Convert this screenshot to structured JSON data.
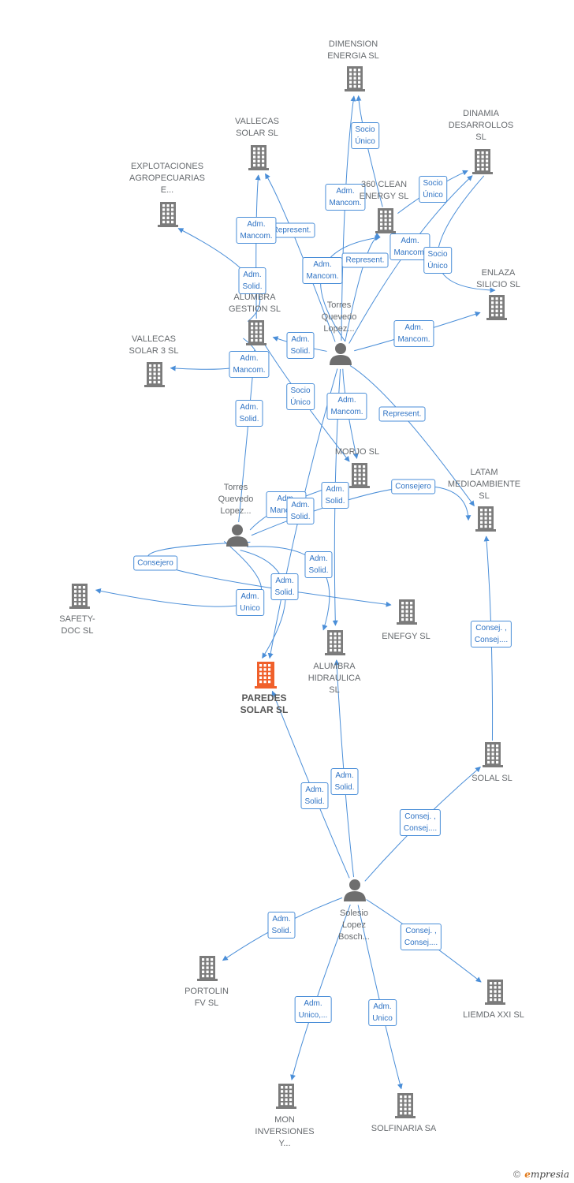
{
  "colors": {
    "edge": "#4a8ed8",
    "company": "#7b7b7b",
    "highlight": "#f0602b",
    "person": "#6e6e6e"
  },
  "watermark": {
    "copyright": "©",
    "brand_initial": "e",
    "brand_rest": "mpresia"
  },
  "nodes": [
    {
      "id": "dimension",
      "type": "company",
      "label": "DIMENSION\nENERGIA  SL"
    },
    {
      "id": "vallecas",
      "type": "company",
      "label": "VALLECAS\nSOLAR SL"
    },
    {
      "id": "dinamia",
      "type": "company",
      "label": "DINAMIA\nDESARROLLOS\nSL"
    },
    {
      "id": "explot",
      "type": "company",
      "label": "EXPLOTACIONES\nAGROPECUARIAS\nE..."
    },
    {
      "id": "clean",
      "type": "company",
      "label": "360 CLEAN\nENERGY SL"
    },
    {
      "id": "enlaza",
      "type": "company",
      "label": "ENLAZA\nSILICIO  SL"
    },
    {
      "id": "alumbra_g",
      "type": "company",
      "label": "ALUMBRA\nGESTION SL"
    },
    {
      "id": "vallecas3",
      "type": "company",
      "label": "VALLECAS\nSOLAR 3 SL"
    },
    {
      "id": "person1",
      "type": "person",
      "label": "Torres\nQuevedo\nLopez..."
    },
    {
      "id": "morjo",
      "type": "company",
      "label": "MORJO SL"
    },
    {
      "id": "latam",
      "type": "company",
      "label": "LATAM\nMEDIOAMBIENTE\nSL"
    },
    {
      "id": "person2",
      "type": "person",
      "label": "Torres\nQuevedo\nLopez..."
    },
    {
      "id": "safety",
      "type": "company",
      "label": "SAFETY-\nDOC SL"
    },
    {
      "id": "enefgy",
      "type": "company",
      "label": "ENEFGY SL"
    },
    {
      "id": "alumbra_h",
      "type": "company",
      "label": "ALUMBRA\nHIDRAULICA\nSL"
    },
    {
      "id": "paredes",
      "type": "main",
      "label": "PAREDES\nSOLAR  SL"
    },
    {
      "id": "solal",
      "type": "company",
      "label": "SOLAL SL"
    },
    {
      "id": "person3",
      "type": "person",
      "label": "Solesio\nLopez\nBosch..."
    },
    {
      "id": "portolin",
      "type": "company",
      "label": "PORTOLIN\nFV  SL"
    },
    {
      "id": "liemda",
      "type": "company",
      "label": "LIEMDA XXI SL"
    },
    {
      "id": "mon",
      "type": "company",
      "label": "MON\nINVERSIONES\nY..."
    },
    {
      "id": "solfinaria",
      "type": "company",
      "label": "SOLFINARIA SA"
    }
  ],
  "edges": [
    {
      "from": "person1",
      "to": "dimension",
      "label": "Adm.\nMancom."
    },
    {
      "from": "clean",
      "to": "dimension",
      "label": "Socio\nÚnico"
    },
    {
      "from": "clean",
      "to": "dinamia",
      "label": "Socio\nÚnico"
    },
    {
      "from": "person1",
      "to": "dinamia",
      "label": "Adm.\nMancom."
    },
    {
      "from": "person1",
      "to": "vallecas",
      "label": "Represent."
    },
    {
      "from": "alumbra_g",
      "to": "vallecas",
      "label": "Adm.\nMancom."
    },
    {
      "from": "alumbra_g",
      "to": "explot",
      "label": "Adm.\nSolid."
    },
    {
      "from": "person1",
      "to": "clean",
      "label": "Adm.\nMancom."
    },
    {
      "from": "person1",
      "to": "clean",
      "label": "Represent."
    },
    {
      "from": "dinamia",
      "to": "enlaza",
      "label": "Socio\nÚnico"
    },
    {
      "from": "person1",
      "to": "enlaza",
      "label": "Adm.\nMancom."
    },
    {
      "from": "person1",
      "to": "alumbra_g",
      "label": "Adm.\nSolid."
    },
    {
      "from": "alumbra_g",
      "to": "vallecas3",
      "label": "Adm.\nMancom."
    },
    {
      "from": "person1",
      "to": "morjo",
      "label": "Adm.\nMancom."
    },
    {
      "from": "alumbra_g",
      "to": "morjo",
      "label": "Socio\nÚnico"
    },
    {
      "from": "person1",
      "to": "latam",
      "label": "Represent."
    },
    {
      "from": "person2",
      "to": "alumbra_g",
      "label": "Adm.\nSolid."
    },
    {
      "from": "person2",
      "to": "latam",
      "label": "Consejero"
    },
    {
      "from": "person2",
      "to": "morjo",
      "label": "Adm.\nMancom."
    },
    {
      "from": "person1",
      "to": "alumbra_h",
      "label": "Adm.\nSolid."
    },
    {
      "from": "person1",
      "to": "paredes",
      "label": "Adm.\nSolid."
    },
    {
      "from": "person2",
      "to": "safety",
      "label": "Adm.\nUnico"
    },
    {
      "from": "person2",
      "to": "enefgy",
      "label": "Consejero"
    },
    {
      "from": "person2",
      "to": "alumbra_h",
      "label": "Adm.\nSolid."
    },
    {
      "from": "person2",
      "to": "paredes",
      "label": "Adm.\nSolid."
    },
    {
      "from": "solal",
      "to": "latam",
      "label": "Consej. ,\nConsej...."
    },
    {
      "from": "person3",
      "to": "paredes",
      "label": "Adm.\nSolid."
    },
    {
      "from": "person3",
      "to": "alumbra_h",
      "label": "Adm.\nSolid."
    },
    {
      "from": "person3",
      "to": "solal",
      "label": "Consej. ,\nConsej...."
    },
    {
      "from": "person3",
      "to": "portolin",
      "label": "Adm.\nSolid."
    },
    {
      "from": "person3",
      "to": "liemda",
      "label": "Consej. ,\nConsej...."
    },
    {
      "from": "person3",
      "to": "mon",
      "label": "Adm.\nUnico,..."
    },
    {
      "from": "person3",
      "to": "solfinaria",
      "label": "Adm.\nUnico"
    }
  ]
}
